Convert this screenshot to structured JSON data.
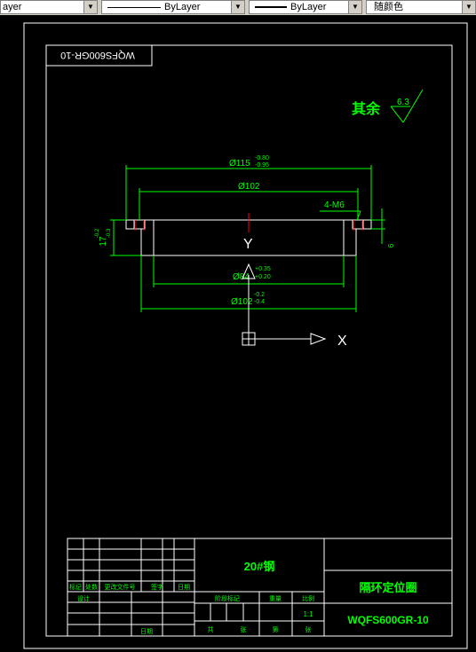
{
  "toolbar": {
    "layer_combo": "ayer",
    "linetype_combo": "ByLayer",
    "lineweight_combo": "ByLayer",
    "color_combo": "随颜色"
  },
  "drawing": {
    "part_code_rotated": "WQFS600GR-10",
    "roughness_note": "其余",
    "roughness_value": "6.3",
    "dims": {
      "outer_dia": "Ø115",
      "outer_tol_upper": "-0.80",
      "outer_tol_lower": "-0.95",
      "bolt_circle": "Ø102",
      "holes": "4-M6",
      "height": "17",
      "height_tol_upper": "-0.2",
      "height_tol_lower": "-0.3",
      "small_dim": "6",
      "inner_dia": "Ø84",
      "inner_tol_upper": "+0.35",
      "inner_tol_lower": "+0.20",
      "inner2_dia": "Ø102",
      "inner2_tol_upper": "-0.2",
      "inner2_tol_lower": "-0.4"
    },
    "ucs": {
      "y_label": "Y",
      "x_label": "X"
    }
  },
  "title_block": {
    "material": "20#钢",
    "part_name": "隔环定位圈",
    "part_code": "WQFS600GR-10",
    "scale": "1:1",
    "headers_left": [
      "标记",
      "处数",
      "更改文件号",
      "签字",
      "日期"
    ],
    "label_design": "设计",
    "label_date": "日期",
    "headers_mid": [
      "阶段标记",
      "重量",
      "比例"
    ],
    "labels_bottom": [
      "共",
      "张",
      "第",
      "张"
    ]
  },
  "colors": {
    "frame": "#ffffff",
    "dimension": "#00ff00",
    "centerline": "#ff0000",
    "drawing_bg": "#000000"
  }
}
